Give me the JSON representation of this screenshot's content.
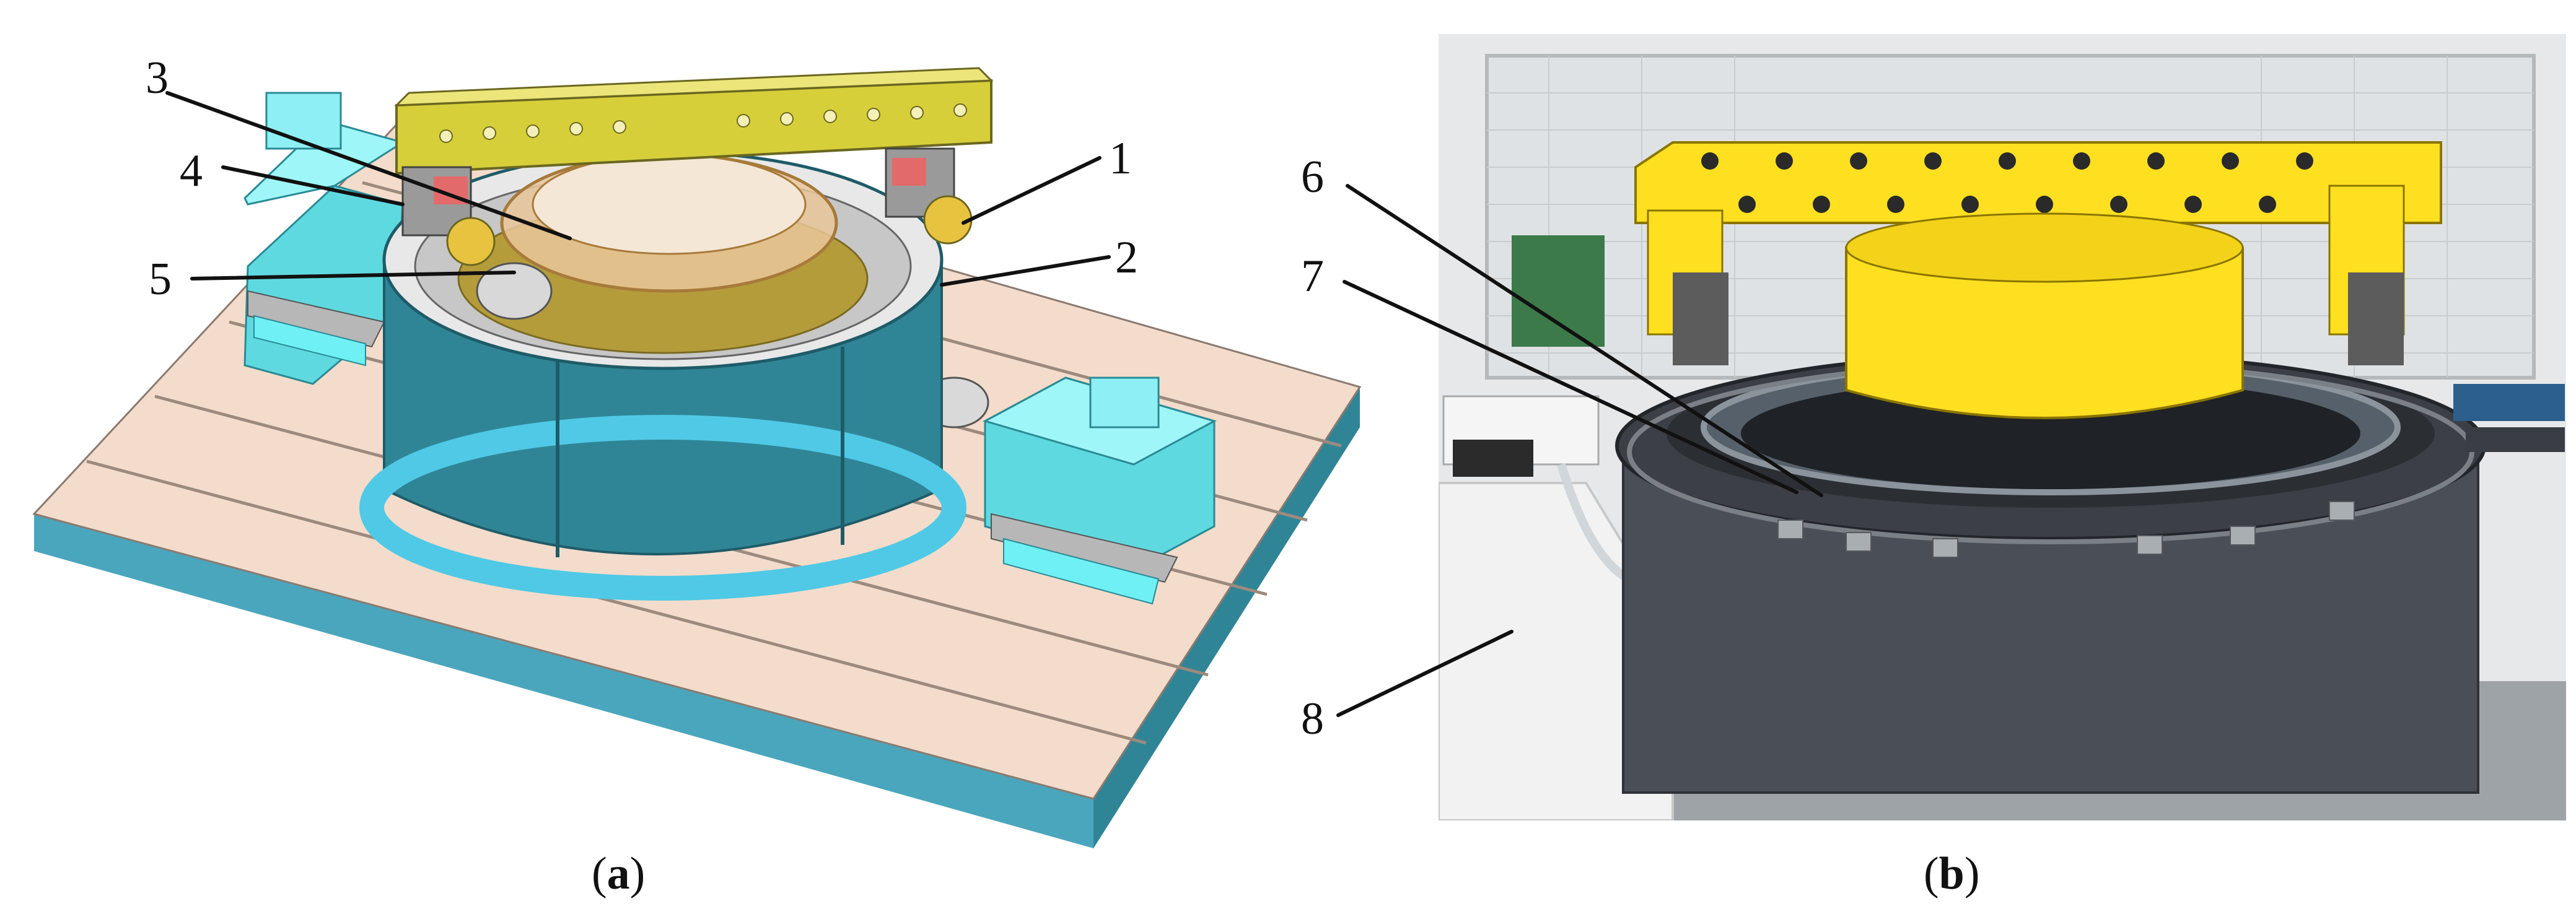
{
  "panels": {
    "a": {
      "caption_open": "(",
      "caption_letter": "a",
      "caption_close": ")"
    },
    "b": {
      "caption_open": "(",
      "caption_letter": "b",
      "caption_close": ")"
    }
  },
  "callouts": {
    "c1": "1",
    "c2": "2",
    "c3": "3",
    "c4": "4",
    "c5": "5",
    "c6": "6",
    "c7": "7",
    "c8": "8"
  },
  "colors": {
    "yellow_beam": "#d6cf3a",
    "cyan_motor": "#6ff0f5",
    "teal_housing": "#2f8596",
    "base_top": "#f3dccb",
    "base_side": "#4aa6bd",
    "photo_yellow": "#ffe021",
    "photo_gray": "#4a4f57"
  }
}
